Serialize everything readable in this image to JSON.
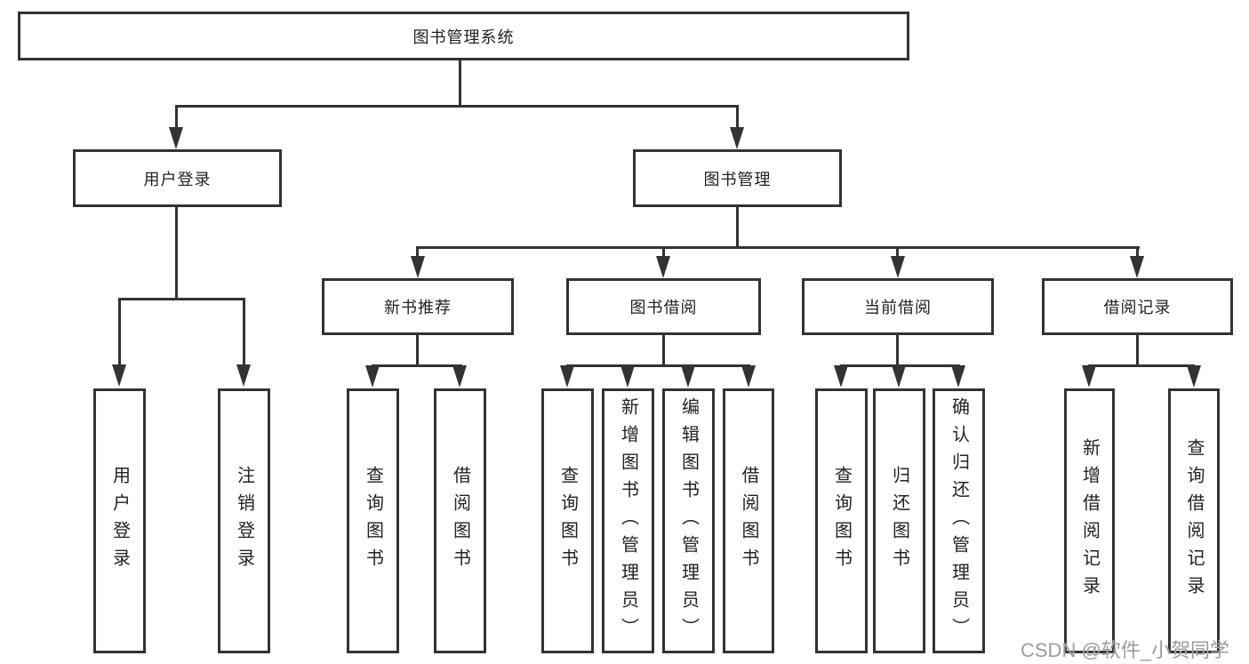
{
  "tree": {
    "root": {
      "label": "图书管理系统"
    },
    "branches": [
      {
        "label": "用户登录",
        "children": [
          {
            "label": "用户登录"
          },
          {
            "label": "注销登录"
          }
        ]
      },
      {
        "label": "图书管理",
        "children": [
          {
            "label": "新书推荐",
            "children": [
              {
                "label": "查询图书"
              },
              {
                "label": "借阅图书"
              }
            ]
          },
          {
            "label": "图书借阅",
            "children": [
              {
                "label": "查询图书"
              },
              {
                "label": "新增图书（管理员）"
              },
              {
                "label": "编辑图书（管理员）"
              },
              {
                "label": "借阅图书"
              }
            ]
          },
          {
            "label": "当前借阅",
            "children": [
              {
                "label": "查询图书"
              },
              {
                "label": "归还图书"
              },
              {
                "label": "确认归还（管理员）"
              }
            ]
          },
          {
            "label": "借阅记录",
            "children": [
              {
                "label": "新增借阅记录"
              },
              {
                "label": "查询借阅记录"
              }
            ]
          }
        ]
      }
    ]
  },
  "watermark": "CSDN @软件_小贺同学",
  "colors": {
    "line": "#333333",
    "text": "#222222",
    "background": "#ffffff",
    "watermark": "#949494"
  }
}
